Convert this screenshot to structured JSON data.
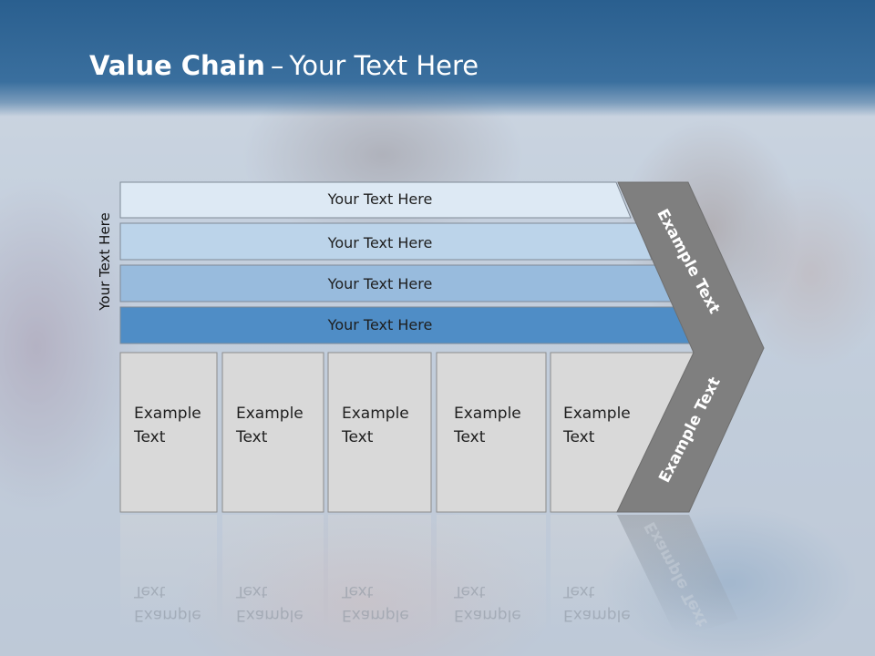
{
  "slide": {
    "title_bold": "Value Chain",
    "title_separator": "–",
    "title_rest": "Your Text Here",
    "side_label": "Your Text Here"
  },
  "bars": [
    {
      "label": "Your Text Here",
      "color": "#dde9f4"
    },
    {
      "label": "Your Text Here",
      "color": "#bcd4ea"
    },
    {
      "label": "Your Text Here",
      "color": "#98bbdd"
    },
    {
      "label": "Your Text Here",
      "color": "#4f8dc6"
    }
  ],
  "activity_boxes": [
    {
      "line1": "Example",
      "line2": "Text"
    },
    {
      "line1": "Example",
      "line2": "Text"
    },
    {
      "line1": "Example",
      "line2": "Text"
    },
    {
      "line1": "Example",
      "line2": "Text"
    },
    {
      "line1": "Example",
      "line2": "Text"
    }
  ],
  "arrow": {
    "upper_label": "Example Text",
    "lower_label": "Example Text",
    "color": "#7f7f7f"
  },
  "colors": {
    "title_band": "#2e6494",
    "box_fill": "#d9d9d9",
    "box_border": "#8c8c8c"
  }
}
